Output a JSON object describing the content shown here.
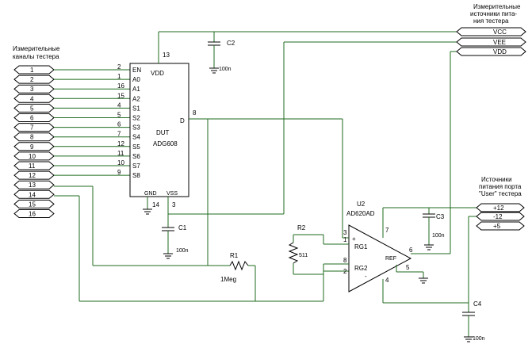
{
  "labels": {
    "left_title_1": "Измерительные",
    "left_title_2": "каналы тестера",
    "right_top_1": "Измерительные",
    "right_top_2": "источники пита-",
    "right_top_3": "ния тестера",
    "right_mid_1": "Источники",
    "right_mid_2": "питания порта",
    "right_mid_3": "\"User\" тестера",
    "dut": "DUT",
    "part": "ADG608",
    "u2": "U2",
    "u2_part": "AD620AD",
    "c1": "C1",
    "c2": "C2",
    "c3": "C3",
    "c4": "C4",
    "r1": "R1",
    "r2": "R2",
    "r1_val": "1Meg",
    "r2_val": "511",
    "cap_val": "100n",
    "vdd": "VDD",
    "gnd": "GND",
    "vss": "VSS",
    "d": "D",
    "rg1": "RG1",
    "rg2": "RG2",
    "ref": "REF",
    "plus": "+",
    "minus": "-"
  },
  "channels": [
    "1",
    "2",
    "3",
    "4",
    "5",
    "6",
    "7",
    "8",
    "9",
    "10",
    "11",
    "12",
    "13",
    "14",
    "15",
    "16"
  ],
  "power_top": [
    "VCC",
    "VEE",
    "VDD"
  ],
  "power_user": [
    "+12",
    "-12",
    "+5"
  ],
  "ic_pins": [
    {
      "num": "2",
      "name": "EN"
    },
    {
      "num": "1",
      "name": "A0"
    },
    {
      "num": "16",
      "name": "A1"
    },
    {
      "num": "15",
      "name": "A2"
    },
    {
      "num": "4",
      "name": "S1"
    },
    {
      "num": "5",
      "name": "S2"
    },
    {
      "num": "6",
      "name": "S3"
    },
    {
      "num": "7",
      "name": "S4"
    },
    {
      "num": "12",
      "name": "S5"
    },
    {
      "num": "11",
      "name": "S6"
    },
    {
      "num": "10",
      "name": "S7"
    },
    {
      "num": "9",
      "name": "S8"
    }
  ],
  "pin_numbers": {
    "vdd": "13",
    "d": "8",
    "gnd": "14",
    "vss": "3",
    "amp_in_plus": "3",
    "amp_rg_top": "1",
    "amp_rg_bot": "8",
    "amp_in_minus": "2",
    "amp_vplus": "7",
    "amp_out": "6",
    "amp_ref": "5",
    "amp_vminus": "4"
  },
  "colors": {
    "wire": "#1f6b1f",
    "component": "#000000"
  }
}
